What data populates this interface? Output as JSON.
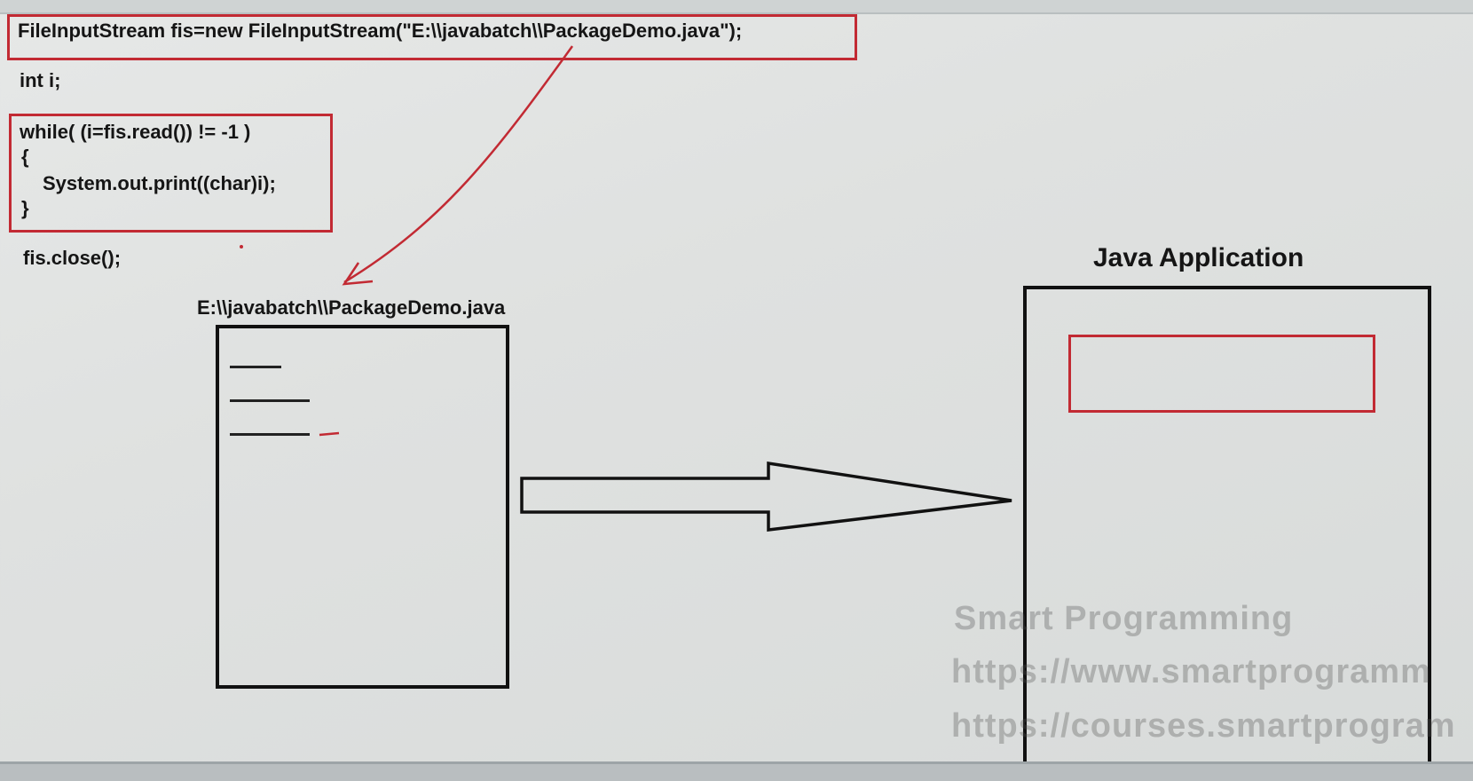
{
  "code": {
    "line1": "FileInputStream fis=new FileInputStream(\"E:\\\\javabatch\\\\PackageDemo.java\");",
    "line2": "int i;",
    "loop_line1": "while( (i=fis.read()) != -1 )",
    "loop_line2": "{",
    "loop_line3": "System.out.print((char)i);",
    "loop_line4": "}",
    "line3": "fis.close();"
  },
  "file": {
    "path_label": "E:\\\\javabatch\\\\PackageDemo.java"
  },
  "app": {
    "title": "Java Application"
  },
  "watermark": {
    "line1": "Smart Programming",
    "line2": "https://www.smartprogramm",
    "line3": "https://courses.smartprogram"
  },
  "colors": {
    "highlight": "#c22a33",
    "stroke": "#111111"
  }
}
